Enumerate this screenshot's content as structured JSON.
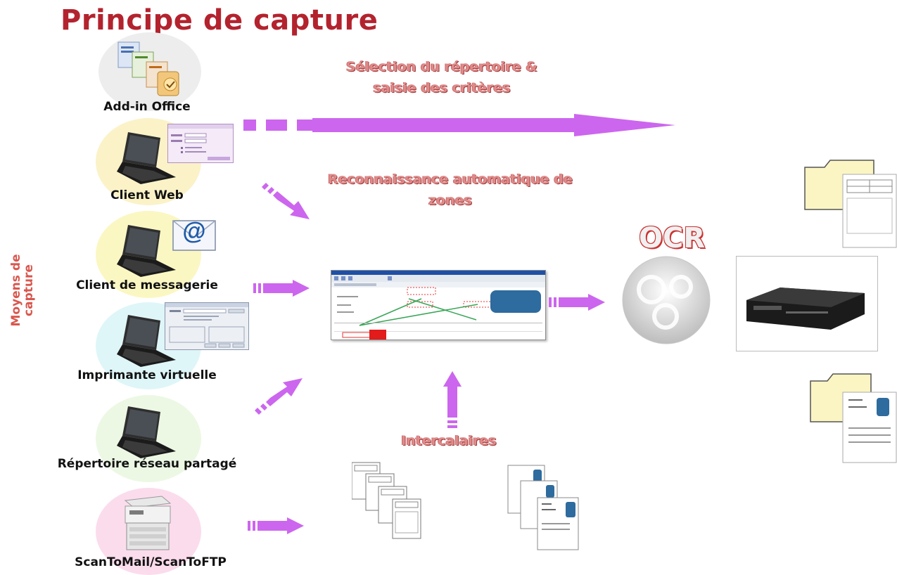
{
  "title": "Principe de capture",
  "side_label": "Moyens de capture",
  "sources": [
    {
      "label": "Add-in Office"
    },
    {
      "label": "Client Web"
    },
    {
      "label": "Client de messagerie"
    },
    {
      "label": "Imprimante virtuelle"
    },
    {
      "label": "Répertoire réseau partagé"
    },
    {
      "label": "ScanToMail/ScanToFTP"
    }
  ],
  "flows": {
    "selection": "Sélection du répertoire & saisie des critères",
    "recognition": "Reconnaissance automatique de zones",
    "separators": "Intercalaires"
  },
  "ocr_label": "OCR",
  "email_symbol": "@",
  "colors": {
    "title": "#b3232e",
    "arrow": "#cc66ee",
    "circle_office": "#ededed",
    "circle_web": "#fbf2c8",
    "circle_mail": "#fbf7c3",
    "circle_print": "#dff6f8",
    "circle_share": "#ecf8e4",
    "circle_scan": "#fbdcec"
  }
}
